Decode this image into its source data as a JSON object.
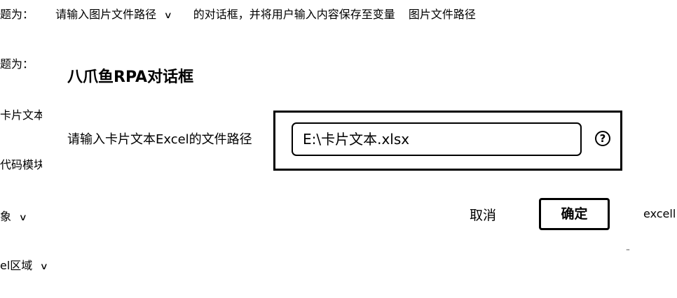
{
  "background": {
    "row1": {
      "prefix": "题为：",
      "dropdown_value": "请输入图片文件路径",
      "middle_text": "的对话框，并将用户输入内容保存至变量",
      "variable": "图片文件路径"
    },
    "row2_prefix": "题为：",
    "row3_text": "卡片文本",
    "row4_text": "代码模块",
    "row5_text": "象",
    "row5_right_text": "excell",
    "row6_text": "el区域"
  },
  "dialog": {
    "title": "八爪鱼RPA对话框",
    "field_label": "请输入卡片文本Excel的文件路径",
    "input_value": "E:\\卡片文本.xlsx",
    "help_glyph": "?",
    "cancel_label": "取消",
    "ok_label": "确定"
  },
  "icons": {
    "chevron": "chevron-down-icon",
    "help": "help-circle-icon",
    "resize": "resize-grip-icon"
  }
}
